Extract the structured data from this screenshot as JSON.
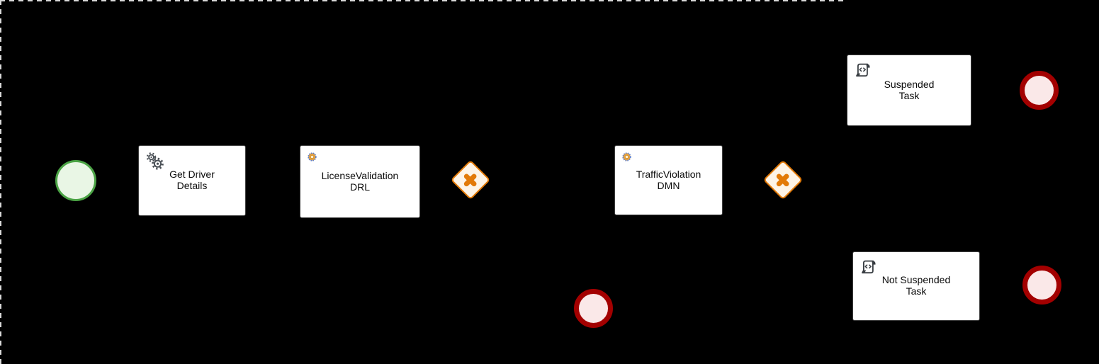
{
  "canvas": {
    "background": "#000000",
    "boundary_dash_color": "#d9d9d9"
  },
  "nodes": {
    "start_event": {
      "type": "start-event",
      "stroke": "#4ba345",
      "fill": "#e9f6e5"
    },
    "get_driver_details": {
      "type": "service-task",
      "icon": "service-gears-icon",
      "label_line1": "Get Driver",
      "label_line2": "Details",
      "fill": "#ffffff"
    },
    "license_validation": {
      "type": "business-rule-task",
      "icon": "business-rule-icon",
      "label_line1": "LicenseValidation",
      "label_line2": "DRL",
      "fill": "#ffffff"
    },
    "gateway_after_license": {
      "type": "exclusive-gateway",
      "symbol": "x",
      "stroke": "#e27a08",
      "fill": "#fdf4e7"
    },
    "traffic_violation": {
      "type": "business-rule-task",
      "icon": "business-rule-icon",
      "label_line1": "TrafficViolation",
      "label_line2": "DMN",
      "fill": "#ffffff"
    },
    "gateway_after_traffic": {
      "type": "exclusive-gateway",
      "symbol": "x",
      "stroke": "#e27a08",
      "fill": "#fdf4e7"
    },
    "suspended_task": {
      "type": "script-task",
      "icon": "script-scroll-icon",
      "label_line1": "Suspended",
      "label_line2": "Task",
      "fill": "#ffffff"
    },
    "not_suspended_task": {
      "type": "script-task",
      "icon": "script-scroll-icon",
      "label_line1": "Not Suspended",
      "label_line2": "Task",
      "fill": "#ffffff"
    },
    "end_event_middle": {
      "type": "end-event",
      "stroke": "#a30000",
      "fill": "#fae8e8"
    },
    "end_event_suspended": {
      "type": "end-event",
      "stroke": "#a30000",
      "fill": "#fae8e8"
    },
    "end_event_not_suspended": {
      "type": "end-event",
      "stroke": "#a30000",
      "fill": "#fae8e8"
    }
  }
}
